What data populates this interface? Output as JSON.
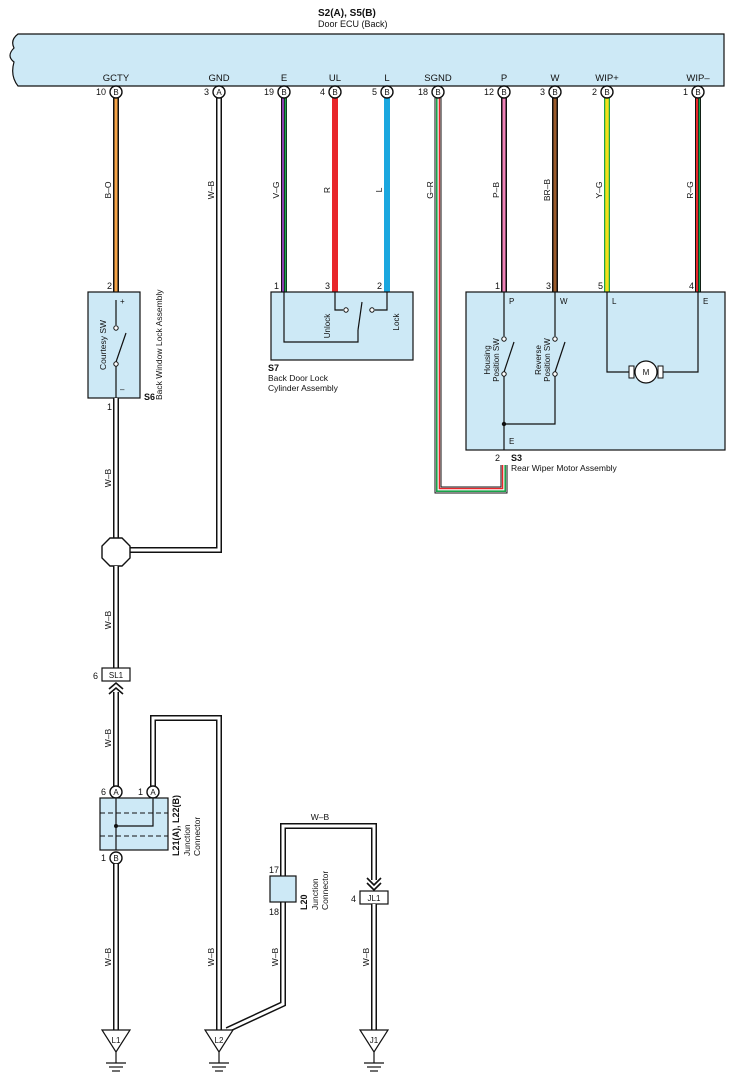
{
  "ecu": {
    "code": "S2(A), S5(B)",
    "name": "Door ECU (Back)",
    "pins": [
      {
        "name": "GCTY",
        "num": "10",
        "conn": "B"
      },
      {
        "name": "GND",
        "num": "3",
        "conn": "A"
      },
      {
        "name": "E",
        "num": "19",
        "conn": "B"
      },
      {
        "name": "UL",
        "num": "4",
        "conn": "B"
      },
      {
        "name": "L",
        "num": "5",
        "conn": "B"
      },
      {
        "name": "SGND",
        "num": "18",
        "conn": "B"
      },
      {
        "name": "P",
        "num": "12",
        "conn": "B"
      },
      {
        "name": "W",
        "num": "3",
        "conn": "B"
      },
      {
        "name": "WIP+",
        "num": "2",
        "conn": "B"
      },
      {
        "name": "WIP–",
        "num": "1",
        "conn": "B"
      }
    ]
  },
  "wires": {
    "gcty": "B–O",
    "gnd": "W–B",
    "e": "V–G",
    "ul": "R",
    "l": "L",
    "sgnd": "G–R",
    "p": "P–B",
    "w": "BR–B",
    "wip_plus": "Y–G",
    "wip_minus": "R–G",
    "wb": "W–B"
  },
  "s6": {
    "code": "S6",
    "name": "Back Window Lock Assembly",
    "switch": "Courtesy SW",
    "pin_top": "2",
    "pin_bottom": "1",
    "plus": "+",
    "minus": "–"
  },
  "s7": {
    "code": "S7",
    "name_line1": "Back Door Lock",
    "name_line2": "Cylinder Assembly",
    "unlock": "Unlock",
    "lock": "Lock",
    "pins": [
      "1",
      "3",
      "2"
    ]
  },
  "s3": {
    "code": "S3",
    "name": "Rear Wiper Motor Assembly",
    "pins": [
      "1",
      "3",
      "5",
      "4"
    ],
    "terms": [
      "P",
      "W",
      "L",
      "E"
    ],
    "ground_pin": "2",
    "ground_term": "E",
    "housing_line1": "Housing",
    "housing_line2": "Position SW",
    "reverse_line1": "Reverse",
    "reverse_line2": "Position SW",
    "motor": "M"
  },
  "sl1": {
    "label": "SL1",
    "pin": "6"
  },
  "l21": {
    "code": "L21(A), L22(B)",
    "name_line1": "Junction",
    "name_line2": "Connector",
    "pin_a1": "6",
    "conn_a1": "A",
    "pin_a2": "1",
    "conn_a2": "A",
    "pin_b": "1",
    "conn_b": "B"
  },
  "l20": {
    "code": "L20",
    "name_line1": "Junction",
    "name_line2": "Connector",
    "pin_top": "17",
    "pin_bottom": "18"
  },
  "jl1": {
    "label": "JL1",
    "pin": "4"
  },
  "grounds": [
    "L1",
    "L2",
    "J1"
  ],
  "colors": {
    "orange": "#f5a447",
    "red": "#e8262a",
    "blue": "#1aa7df",
    "green": "#1aa34a",
    "pink": "#ee80b6",
    "brown": "#9a5a2a",
    "yellow": "#f2e21a",
    "violet": "#8a3fb0",
    "box": "#cde9f6"
  }
}
